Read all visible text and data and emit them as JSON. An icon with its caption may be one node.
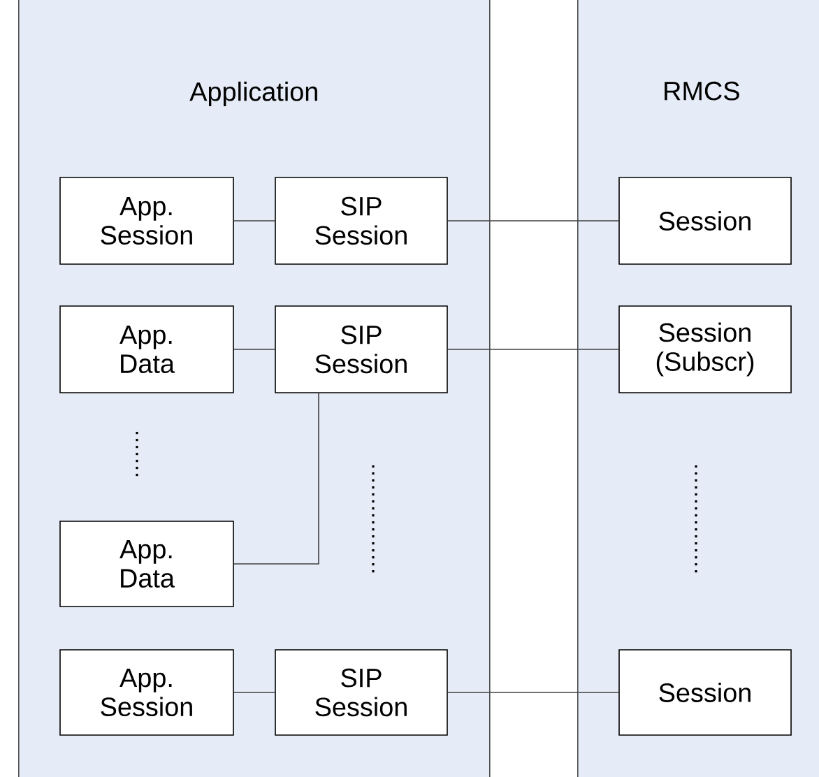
{
  "diagram": {
    "nodes": [
      {
        "text": [
          "Application"
        ]
      },
      {
        "text": [
          "RMCS"
        ]
      },
      {
        "text": [
          "App. Session"
        ],
        "in": 0
      },
      {
        "text": [
          "SIP Session"
        ],
        "in": 0
      },
      {
        "text": [
          "Session"
        ],
        "in": 1
      },
      {
        "text": [
          "App. Data"
        ],
        "in": 0
      },
      {
        "text": [
          "SIP Session"
        ],
        "in": 0
      },
      {
        "text": [
          "Session (Subscr)"
        ],
        "in": 1
      },
      {
        "text": [
          "App. Data"
        ],
        "in": 0
      },
      {
        "text": [
          "App. Session"
        ],
        "in": 0
      },
      {
        "text": [
          "SIP Session"
        ],
        "in": 0
      },
      {
        "text": [
          "Session"
        ],
        "in": 1
      }
    ],
    "edges": [
      {
        "from": 2,
        "to": 3,
        "arrow": "none"
      },
      {
        "from": 3,
        "to": 4,
        "arrow": "none"
      },
      {
        "from": 5,
        "to": 6,
        "arrow": "none"
      },
      {
        "from": 6,
        "to": 7,
        "arrow": "none"
      },
      {
        "from": 6,
        "to": 8,
        "arrow": "none"
      },
      {
        "from": 9,
        "to": 10,
        "arrow": "none"
      },
      {
        "from": 10,
        "to": 11,
        "arrow": "none"
      }
    ]
  }
}
